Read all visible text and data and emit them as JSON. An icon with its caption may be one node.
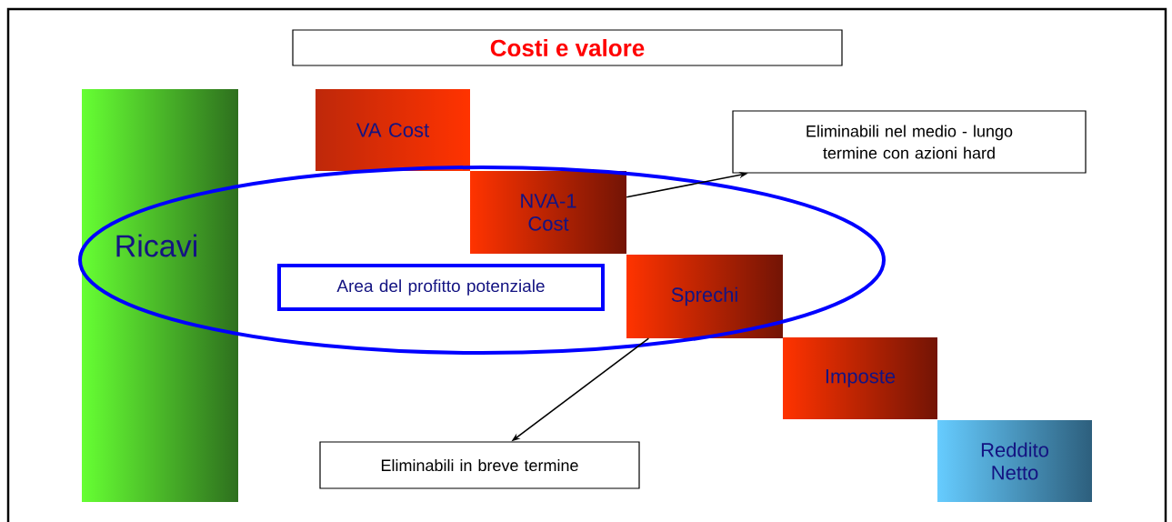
{
  "diagram": {
    "title": "Costi e valore",
    "nodes": [
      {
        "text": [
          "Ricavi"
        ]
      },
      {
        "text": [
          "VA Cost"
        ]
      },
      {
        "text": [
          "NVA-1 Cost"
        ]
      },
      {
        "text": [
          "Sprechi"
        ]
      },
      {
        "text": [
          "Imposte"
        ]
      },
      {
        "text": [
          "Reddito Netto"
        ]
      },
      {
        "text": [
          "Area del profitto potenziale"
        ]
      },
      {
        "text": [
          "Eliminabili nel medio - lungo termine con azioni hard"
        ]
      },
      {
        "text": [
          "Eliminabili in breve termine"
        ]
      }
    ],
    "edges": [
      {
        "from": 2,
        "to": 7,
        "arrow": "to"
      },
      {
        "from": 3,
        "to": 8,
        "arrow": "to"
      }
    ]
  }
}
